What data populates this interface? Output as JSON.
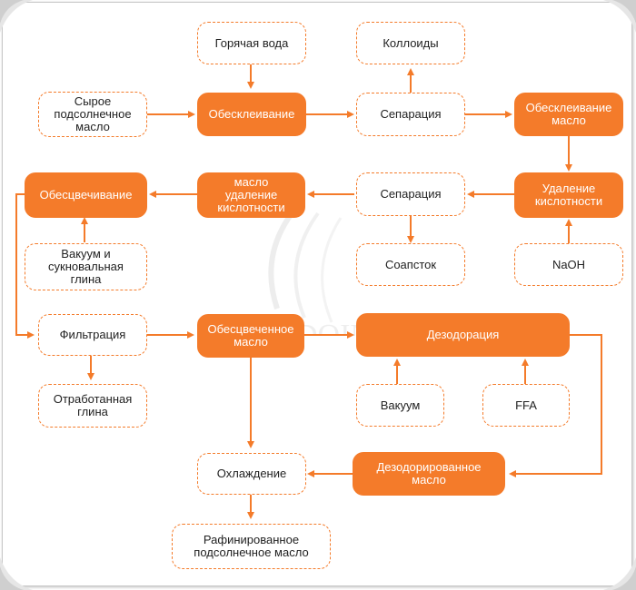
{
  "colors": {
    "accent": "#f47b2a",
    "text_dark": "#222222",
    "text_light": "#ffffff"
  },
  "watermark": {
    "text": "DOING"
  },
  "nodes": {
    "hot_water": "Горячая вода",
    "colloids": "Коллоиды",
    "raw_oil": "Сырое\nподсолнечное\nмасло",
    "degumming_1": "Обесклеивание",
    "separation_1": "Сепарация",
    "degumming_oil": "Обесклеивание\nмасло",
    "bleaching": "Обесцвечивание",
    "oil_deacidified": "масло\nудаление\nкислотности",
    "separation_2": "Сепарация",
    "deacidification": "Удаление\nкислотности",
    "vacuum_clay": "Вакуум и\nсукновальная\nглина",
    "soapstock": "Соапсток",
    "naoh": "NaOH",
    "filtration": "Фильтрация",
    "bleached_oil": "Обесцвеченное\nмасло",
    "deodorization": "Дезодорация",
    "spent_clay": "Отработанная\nглина",
    "vacuum": "Вакуум",
    "ffa": "FFA",
    "cooling": "Охлаждение",
    "deodorized_oil": "Дезодорированное\nмасло",
    "refined_oil": "Рафинированное\nподсолнечное масло"
  }
}
